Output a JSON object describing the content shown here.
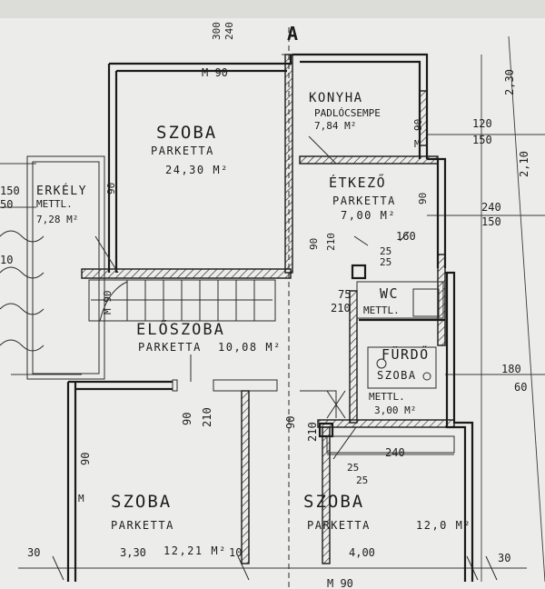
{
  "rooms": {
    "szoba_top": {
      "name": "SZOBA",
      "floor": "PARKETTA",
      "area": "24,30 M²"
    },
    "konyha": {
      "name": "KONYHA",
      "floor": "PADLÓCSEMPE",
      "area": "7,84 M²"
    },
    "etkezo": {
      "name": "ÉTKEZŐ",
      "floor": "PARKETTA",
      "area": "7,00 M²"
    },
    "erkely": {
      "name": "ERKÉLY",
      "floor": "METTL.",
      "area": "7,28 M²"
    },
    "eloszoba": {
      "name": "ELŐSZOBA",
      "floor": "PARKETTA",
      "area": "10,08 M²"
    },
    "wc": {
      "name": "WC",
      "floor": "METTL."
    },
    "furdo": {
      "name": "FÜRDŐ",
      "sub": "SZOBA",
      "floor": "METTL.",
      "area": "3,00 M²"
    },
    "szoba_left": {
      "name": "SZOBA",
      "floor": "PARKETTA",
      "area": "12,21 M²"
    },
    "szoba_right": {
      "name": "SZOBA",
      "floor": "PARKETTA",
      "area": "12,0 M²"
    }
  },
  "section_marker": "A",
  "dimensions": {
    "top_door": "M 90",
    "top_vert_300": "300",
    "top_vert_240": "240",
    "right_230": "2,30",
    "right_210": "2,10",
    "right_120": "120",
    "right_150a": "150",
    "right_240": "240",
    "right_150b": "150",
    "right_180": "180",
    "right_60": "60",
    "left_150": "150",
    "left_50": "50",
    "left_10": "10",
    "konyha_90": "90",
    "konyha_m": "M",
    "etkezo_90": "90",
    "etkezo_90b": "90",
    "etkezo_210": "210",
    "etkezo_160": "160",
    "etkezo_25a": "25",
    "etkezo_25b": "25",
    "wc_75": "75",
    "wc_210": "210",
    "erkely_90": "90",
    "stair_m90": "M 90",
    "door_90_210_a": "90",
    "door_210_a": "210",
    "door_90_b": "90",
    "door_210_b": "210",
    "room_left_90": "90",
    "room_left_m": "M",
    "bottom_240": "240",
    "bottom_25a": "25",
    "bottom_25b": "25",
    "bottom_30_left": "30",
    "bottom_330": "3,30",
    "bottom_10": "10",
    "bottom_400": "4,00",
    "bottom_30_right": "30",
    "bottom_m90": "M 90"
  }
}
